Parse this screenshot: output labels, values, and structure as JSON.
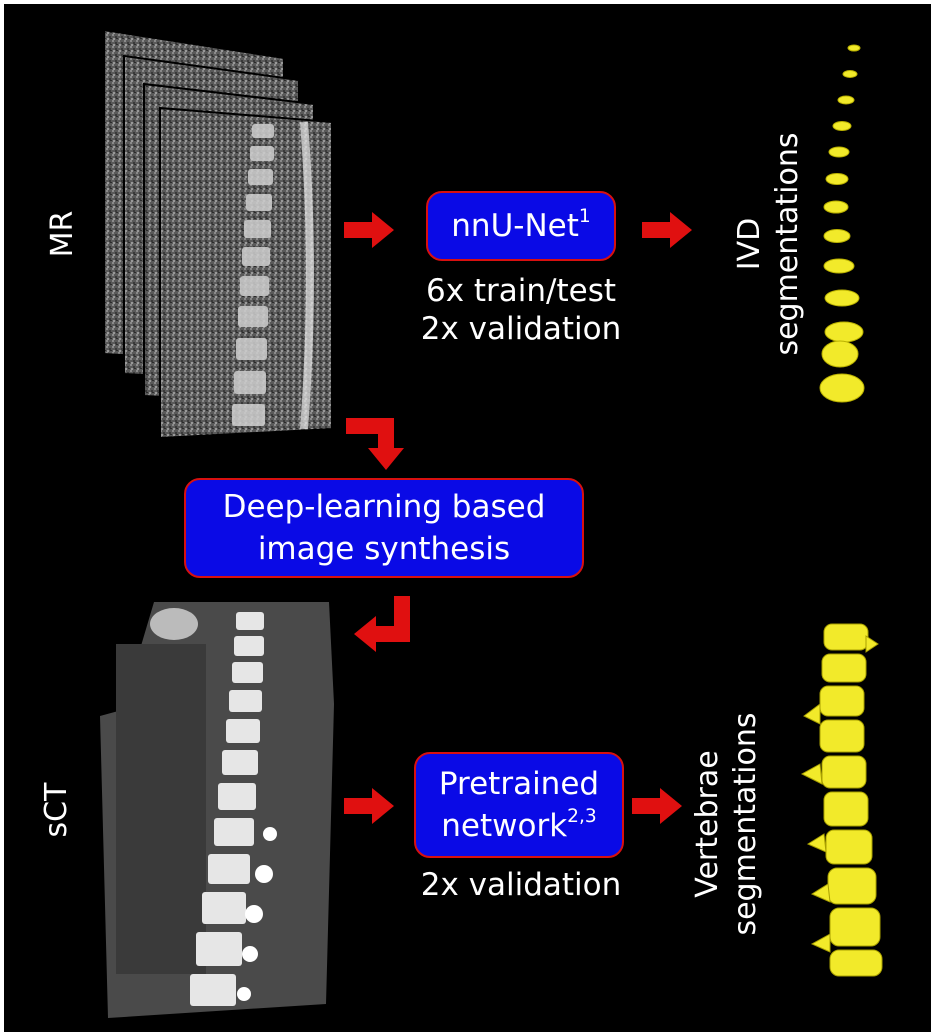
{
  "rows": {
    "mr_label": "MR",
    "sct_label": "sCT"
  },
  "boxes": {
    "nnunet": {
      "text": "nnU-Net",
      "sup": "1"
    },
    "synthesis": {
      "line1": "Deep-learning based",
      "line2": "image synthesis"
    },
    "pretrained": {
      "line1": "Pretrained",
      "line2": "network",
      "sup": "2,3"
    }
  },
  "notes": {
    "mr_line1": "6x train/test",
    "mr_line2": "2x validation",
    "sct_line1": "2x validation"
  },
  "outputs": {
    "ivd_line1": "IVD",
    "ivd_line2": "segmentations",
    "vert_line1": "Vertebrae",
    "vert_line2": "segmentations"
  },
  "colors": {
    "background": "#000000",
    "box_fill": "#0a0ae6",
    "box_border": "#d81010",
    "arrow": "#e01010",
    "segmentation": "#f2ea2a"
  }
}
